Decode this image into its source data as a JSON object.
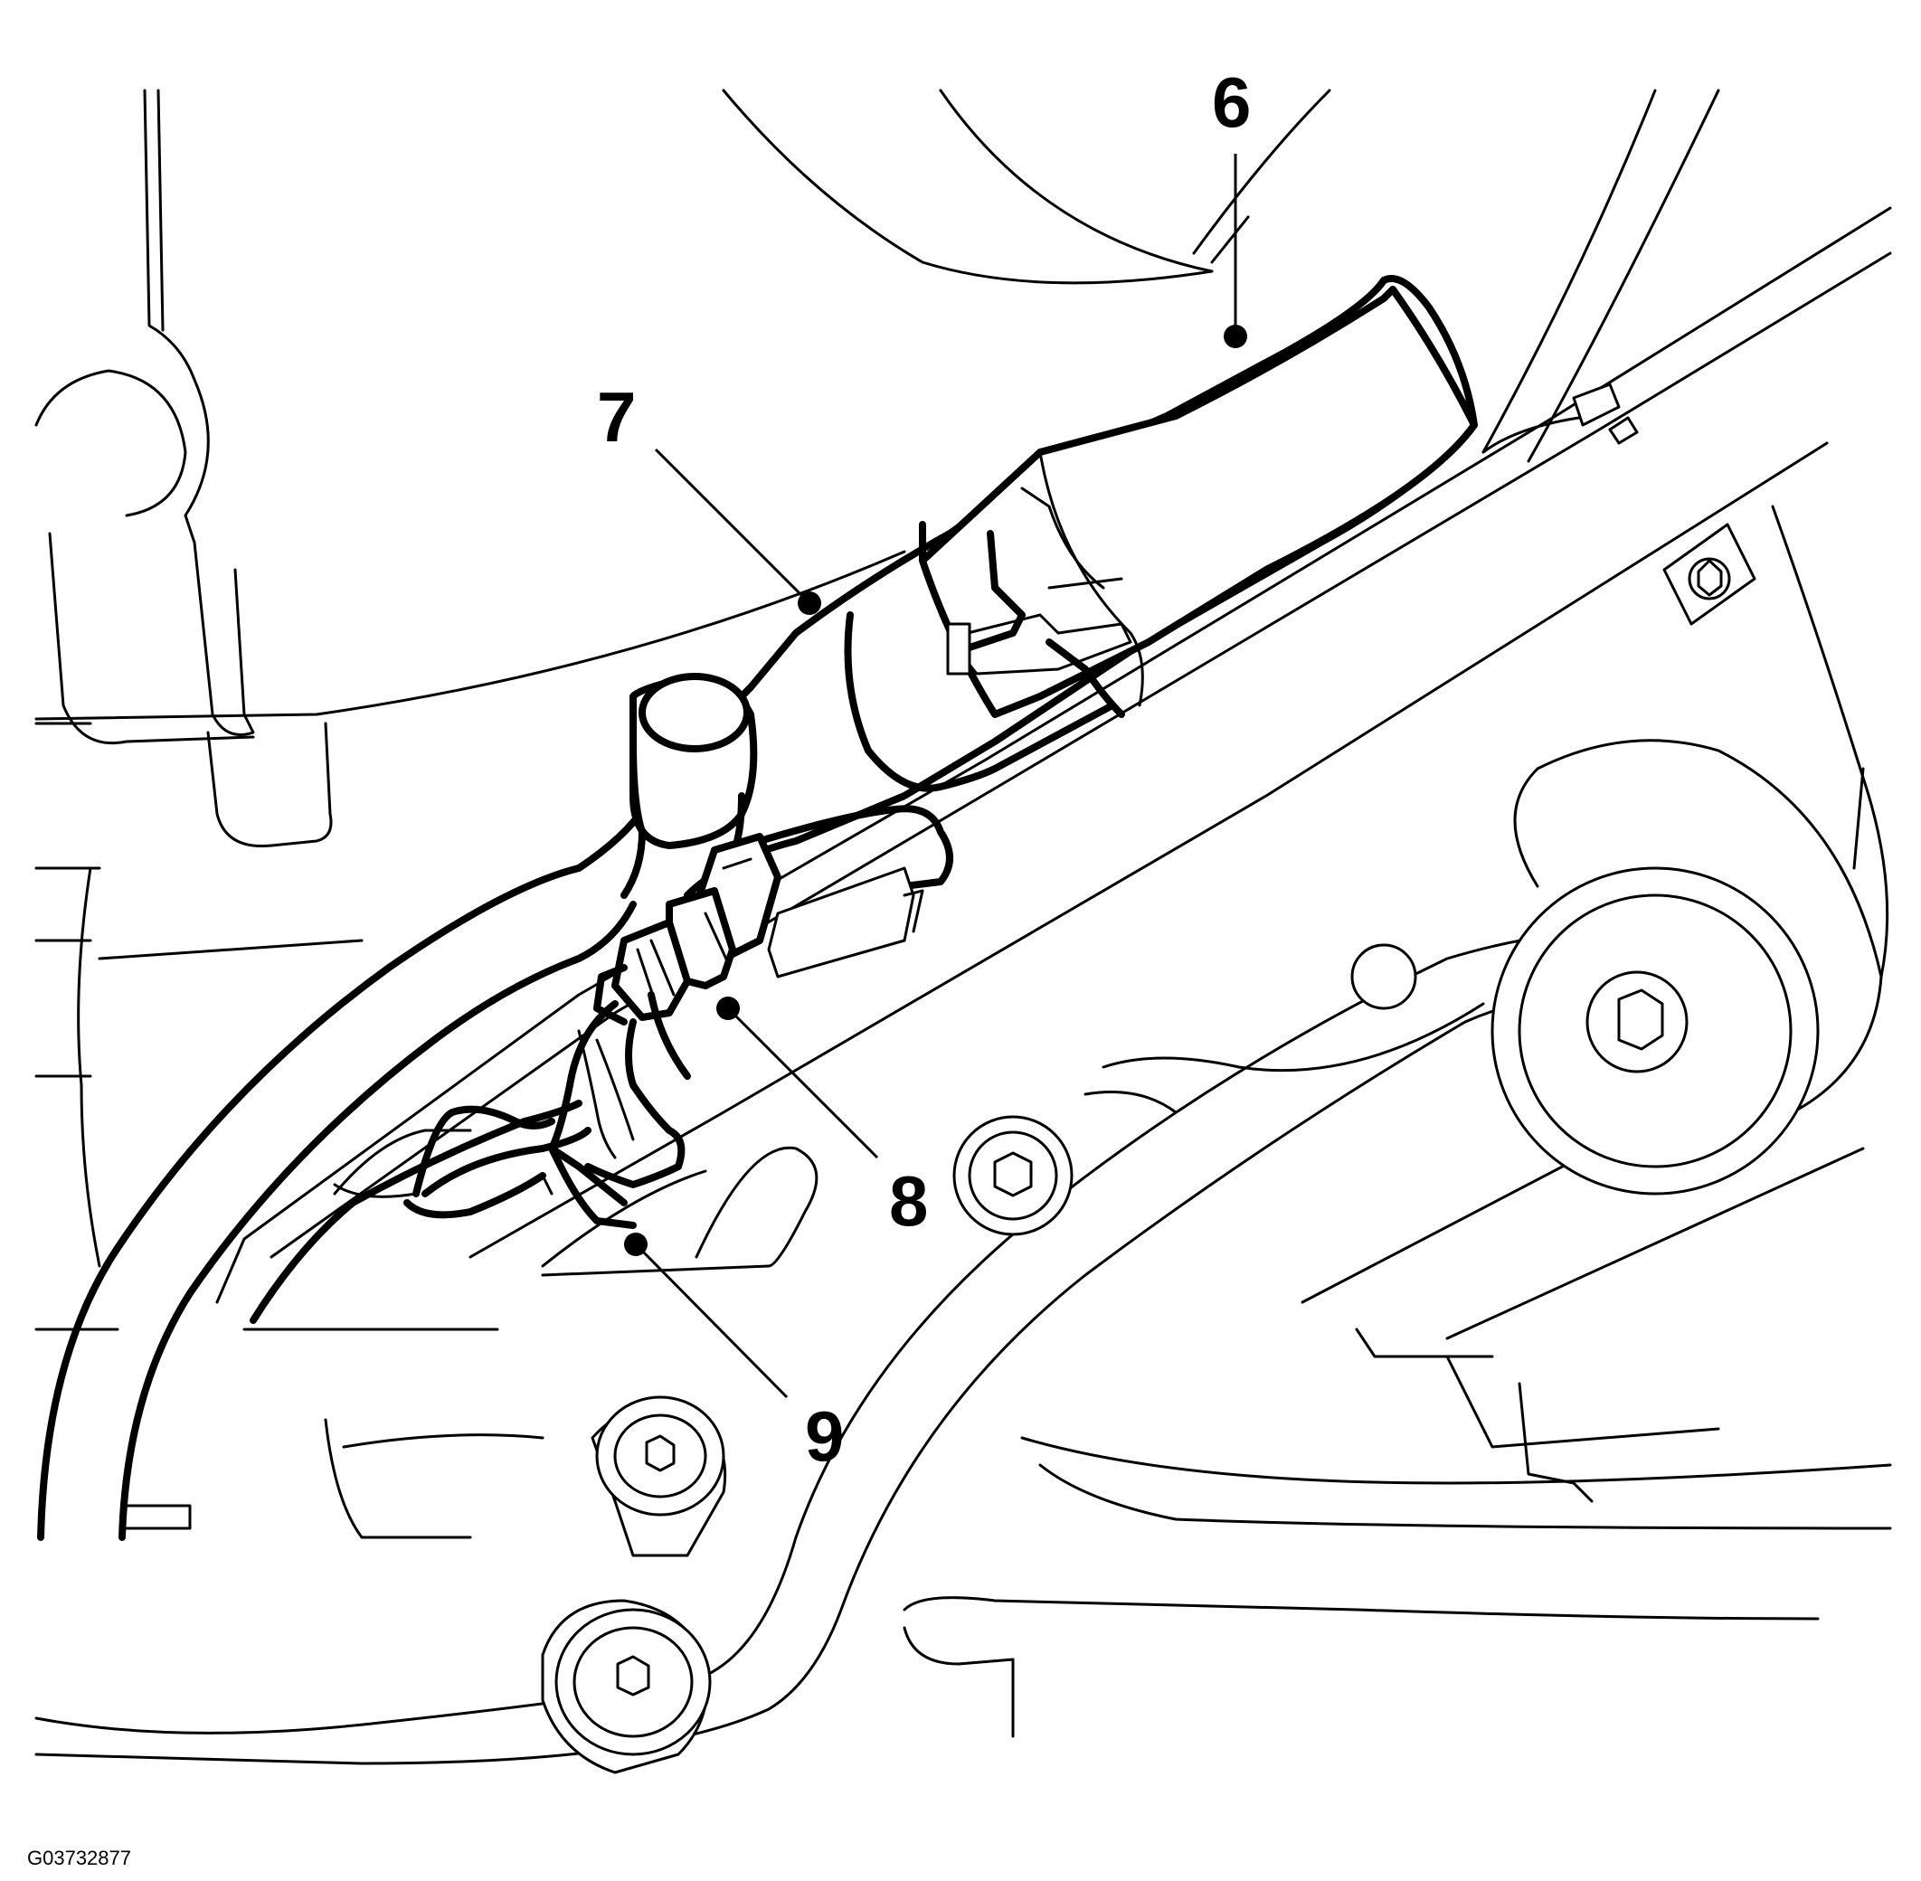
{
  "figure": {
    "code": "G03732877",
    "callouts": [
      {
        "label": "6"
      },
      {
        "label": "7"
      },
      {
        "label": "8"
      },
      {
        "label": "9"
      }
    ]
  }
}
